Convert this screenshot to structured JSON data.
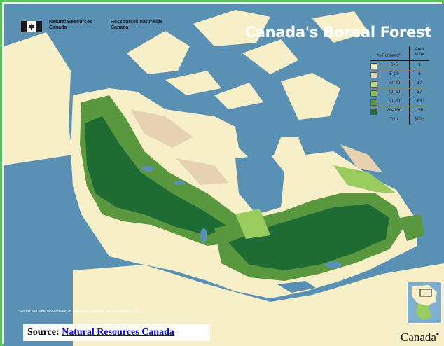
{
  "agency": {
    "name_en_line1": "Natural Resources",
    "name_en_line2": "Canada",
    "name_fr_line1": "Ressources naturelles",
    "name_fr_line2": "Canada"
  },
  "map_title": "Canada's Boreal Forest",
  "legend": {
    "col_percent": "% Forested*",
    "col_area_line1": "Area",
    "col_area_line2": "M ha",
    "rows": [
      {
        "range": "0–5",
        "area": "1",
        "color": "#f2ecc4"
      },
      {
        "range": "5–20",
        "area": "6",
        "color": "#e6d2b0"
      },
      {
        "range": "20–40",
        "area": "17",
        "color": "#b8d97a"
      },
      {
        "range": "40–60",
        "area": "37",
        "color": "#86bd4c"
      },
      {
        "range": "60–80",
        "area": "63",
        "color": "#5a9840"
      },
      {
        "range": "80–100",
        "area": "189",
        "color": "#1f6b34"
      }
    ],
    "total_label": "Total",
    "total_value": "310**"
  },
  "footnote": "* Forest and other wooded land as defined by Canada's Forest Inventory 2001.",
  "source": {
    "label": "Source:",
    "link_text": "Natural Resources Canada"
  },
  "wordmark": "Canada",
  "colors": {
    "water": "#5a90b4",
    "land": "#f6efc8",
    "frame": "#5cc35a",
    "forest_dark": "#1f6b34",
    "forest_mid": "#5a9840",
    "forest_light": "#9acb5e",
    "tundra_sparse": "#e6d2b0"
  }
}
